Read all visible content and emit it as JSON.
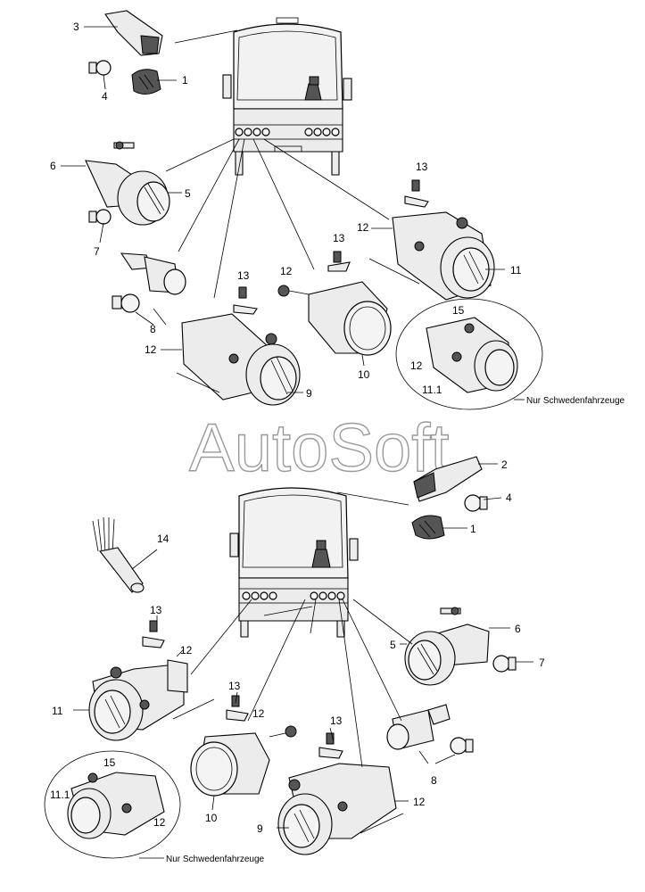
{
  "watermark": "AutoSoft",
  "note_top": "Nur Schwedenfahrzeuge",
  "note_bottom": "Nur Schwedenfahrzeuge",
  "callouts_top": {
    "c1": "1",
    "c3": "3",
    "c4": "4",
    "c5": "5",
    "c6": "6",
    "c7": "7",
    "c8": "8",
    "c9": "9",
    "c10": "10",
    "c11": "11",
    "c11_1": "11.1",
    "c12_a": "12",
    "c12_b": "12",
    "c12_c": "12",
    "c12_d": "12",
    "c13_a": "13",
    "c13_b": "13",
    "c13_c": "13",
    "c15": "15"
  },
  "callouts_bottom": {
    "c1": "1",
    "c2": "2",
    "c4": "4",
    "c5": "5",
    "c6": "6",
    "c7": "7",
    "c8": "8",
    "c9": "9",
    "c10": "10",
    "c11": "11",
    "c11_1": "11.1",
    "c12_a": "12",
    "c12_b": "12",
    "c12_c": "12",
    "c12_d": "12",
    "c13_a": "13",
    "c13_b": "13",
    "c13_c": "13",
    "c14": "14",
    "c15": "15"
  }
}
